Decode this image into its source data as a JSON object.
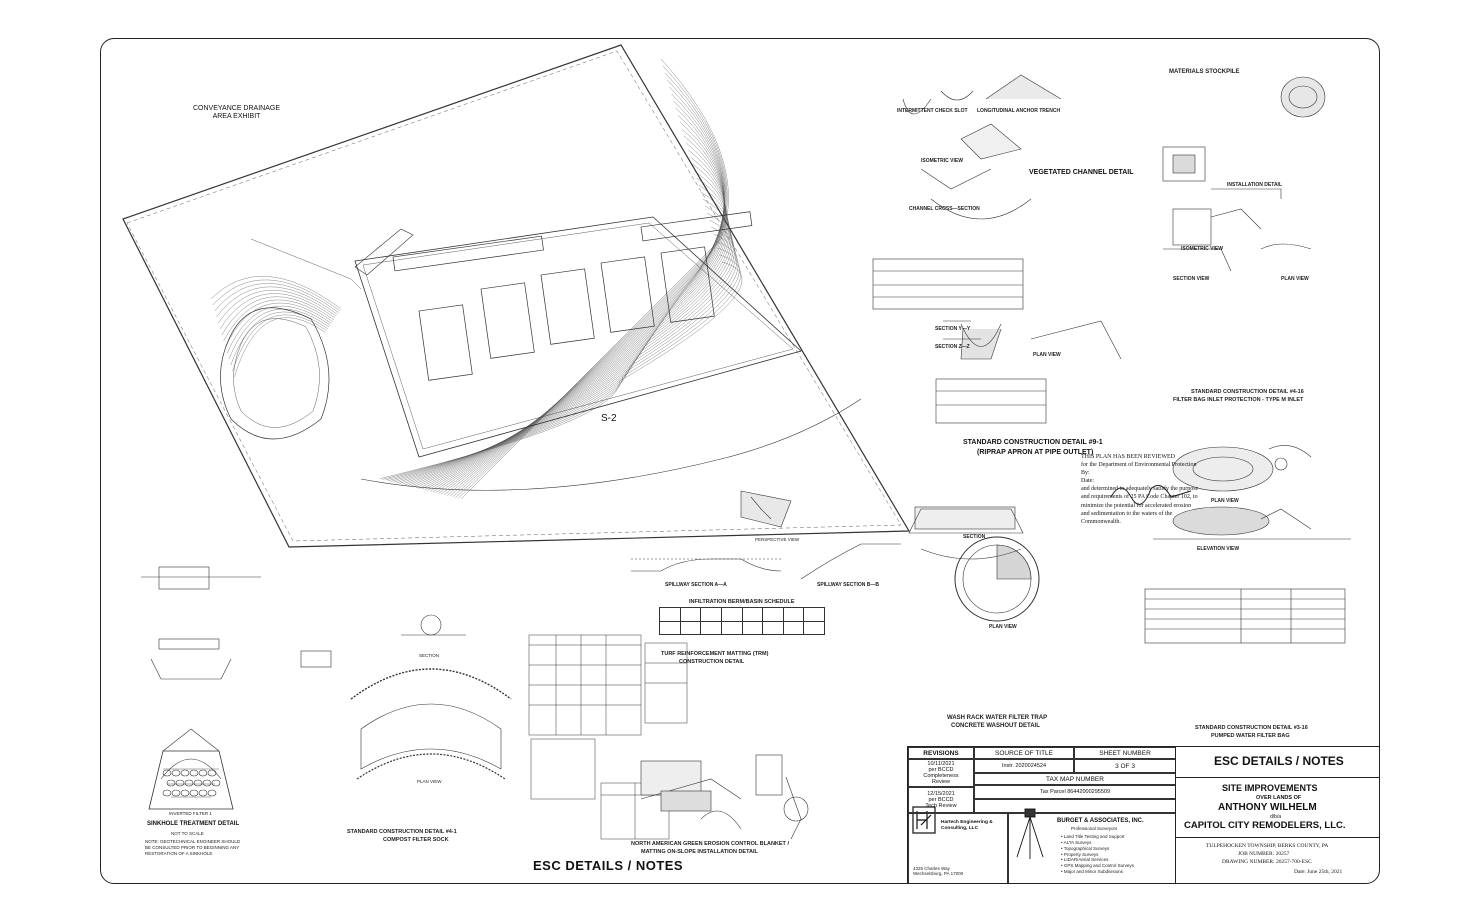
{
  "labels": {
    "conveyance": "CONVEYANCE DRAINAGE\nAREA EXHIBIT",
    "s2": "S-2",
    "sinkhole": "SINKHOLE TREATMENT DETAIL",
    "not_to_scale": "NOT TO SCALE",
    "inverted_filter": "INVERTED FILTER 1",
    "sinkhole_note": "NOTE: GEOTECHNICAL ENGINEER SHOULD BE CONSULTED PRIOR TO BEGINNING ANY RESTORATION OF A SINKHOLE",
    "plan_view": "PLAN VIEW",
    "section": "SECTION",
    "compost_sock_1": "STANDARD CONSTRUCTION DETAIL #4-1",
    "compost_sock_2": "COMPOST FILTER SOCK",
    "infiltration_sched": "INFILTRATION BERM/BASIN SCHEDULE",
    "trm_1": "TURF REINFORCEMENT MATTING (TRM)",
    "trm_2": "CONSTRUCTION DETAIL",
    "naeg_1": "NORTH AMERICAN GREEN EROSION CONTROL BLANKET /",
    "naeg_2": "MATTING ON-SLOPE INSTALLATION DETAIL",
    "esc_bottom": "ESC DETAILS / NOTES",
    "spillway_a": "SPILLWAY SECTION A—A",
    "spillway_b": "SPILLWAY SECTION B—B",
    "perspective": "PERSPECTIVE VIEW",
    "intermittent": "INTERMITTENT CHECK SLOT",
    "longitudinal": "LONGITUDINAL ANCHOR TRENCH",
    "isometric": "ISOMETRIC VIEW",
    "channel_cross": "CHANNEL CROSS—SECTION",
    "vegetated": "VEGETATED CHANNEL DETAIL",
    "section_yy": "SECTION Y—Y",
    "section_zz": "SECTION Z—Z",
    "riprap_1": "STANDARD CONSTRUCTION DETAIL #9-1",
    "riprap_2": "(RIPRAP APRON AT PIPE OUTLET)",
    "materials": "MATERIALS STOCKPILE",
    "installation": "INSTALLATION DETAIL",
    "isometric_view": "ISOMETRIC VIEW",
    "section_view": "SECTION VIEW",
    "filter_bag_1": "STANDARD CONSTRUCTION DETAIL #4-16",
    "filter_bag_2": "FILTER BAG INLET PROTECTION - TYPE M INLET",
    "elevation_view": "ELEVATION VIEW",
    "pumped_1": "STANDARD CONSTRUCTION DETAIL #3-16",
    "pumped_2": "PUMPED WATER FILTER BAG",
    "washout_1": "WASH RACK WATER FILTER TRAP",
    "washout_2": "CONCRETE WASHOUT DETAIL",
    "review_1": "THIS PLAN HAS BEEN REVIEWED",
    "review_2": "for the Department of Environmental Protection",
    "review_by": "By:",
    "review_date": "Date:",
    "review_3": "and determined to adequately satisfy the purpose",
    "review_4": "and requirements of 25 PA Code Chapter 102, to",
    "review_5": "minimize the potential for accelerated erosion",
    "review_6": "and sedimentation to the waters of the",
    "review_7": "Commonwealth."
  },
  "title_block": {
    "revisions": "REVISIONS",
    "source_of_title": "SOURCE OF TITLE",
    "sheet_number": "SHEET NUMBER",
    "rev_1": "10/11/2021\nper BCCD\nCompleteness\nReview",
    "rev_2": "12/15/2021\nper BCCD\nTech Review",
    "instr": "Instr. 2020024524",
    "sheet": "3 OF 3",
    "tax_map": "TAX MAP NUMBER",
    "tax_parcel": "Tax Parcel 86442000295509",
    "hartech": "Hartech Engineering & Consulting, LLC",
    "hartech_addr": "4325 Charles Way\nWechselsburg, PA 17000",
    "burget": "BURGET & ASSOCIATES, INC.",
    "burget_sub": "Professional Surveyors",
    "burget_list": "• Land Title Testing and Support\n• ALTA Surveys\n• Topographical Surveys\n• Property Surveys\n• LIDAR/Aerial Services\n• GPS Mapping and Control Surveys\n• Major and Minor Subdivisions",
    "esc_title": "ESC DETAILS / NOTES",
    "site_improvements": "SITE IMPROVEMENTS",
    "over_lands": "OVER LANDS OF",
    "owner": "ANTHONY WILHELM",
    "dba": "d/b/a",
    "company": "CAPITOL CITY REMODELERS, LLC.",
    "township": "TULPEHOCKEN TOWNSHIP, BERKS COUNTY, PA",
    "job": "JOB NUMBER: 20257",
    "drawing": "DRAWING NUMBER: 20257-700-ESC",
    "date": "Date: June 25th, 2021"
  },
  "icons": [
    "hartech-logo",
    "surveyor-tripod-icon",
    "signature"
  ]
}
